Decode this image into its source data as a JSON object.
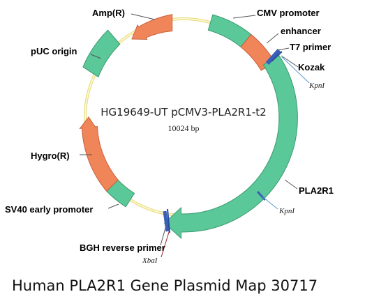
{
  "plasmid": {
    "name": "HG19649-UT pCMV3-PLA2R1-t2",
    "size": "10024 bp"
  },
  "caption": "Human PLA2R1 Gene Plasmid Map 30717",
  "colors": {
    "backbone": "#f7f3b0",
    "promoter": "#5bc899",
    "marker": "#f0855a",
    "site_mark": "#3a5fb8",
    "xba_line": "#a02020"
  },
  "features": {
    "cmv": "CMV promoter",
    "enhancer": "enhancer",
    "t7": "T7 primer",
    "kozak": "Kozak",
    "kpn1": "KpnI",
    "pla2r1": "PLA2R1",
    "kpn2": "KpnI",
    "bgh": "BGH reverse primer",
    "xba": "XbaI",
    "sv40": "SV40 early promoter",
    "hygro": "Hygro(R)",
    "puc": "pUC origin",
    "amp": "Amp(R)"
  }
}
